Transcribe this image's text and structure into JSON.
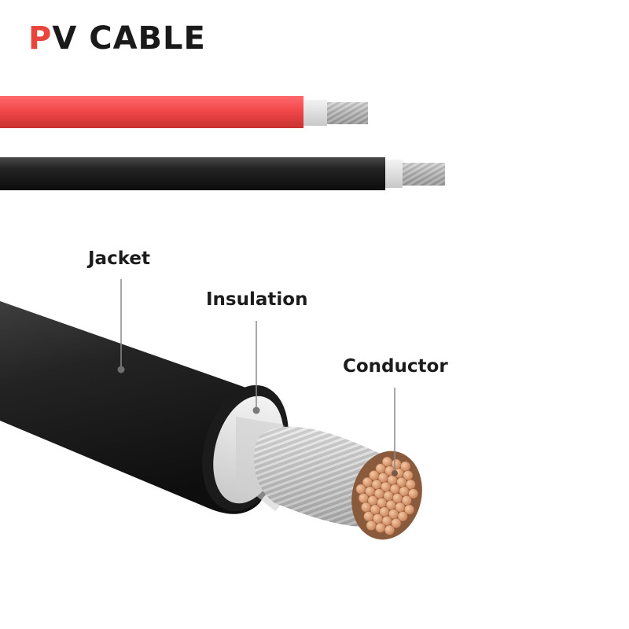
{
  "title": {
    "accent_letter": "P",
    "rest": "V CABLE"
  },
  "labels": {
    "jacket": "Jacket",
    "insulation": "Insulation",
    "conductor": "Conductor"
  },
  "colors": {
    "title_accent": "#e8453c",
    "red_cable": "#f2484b",
    "black_cable": "#1f1f1f",
    "insulation": "#e8e8e8",
    "copper": "#e8a47c",
    "tinned_strand": "#b7b7b7"
  }
}
